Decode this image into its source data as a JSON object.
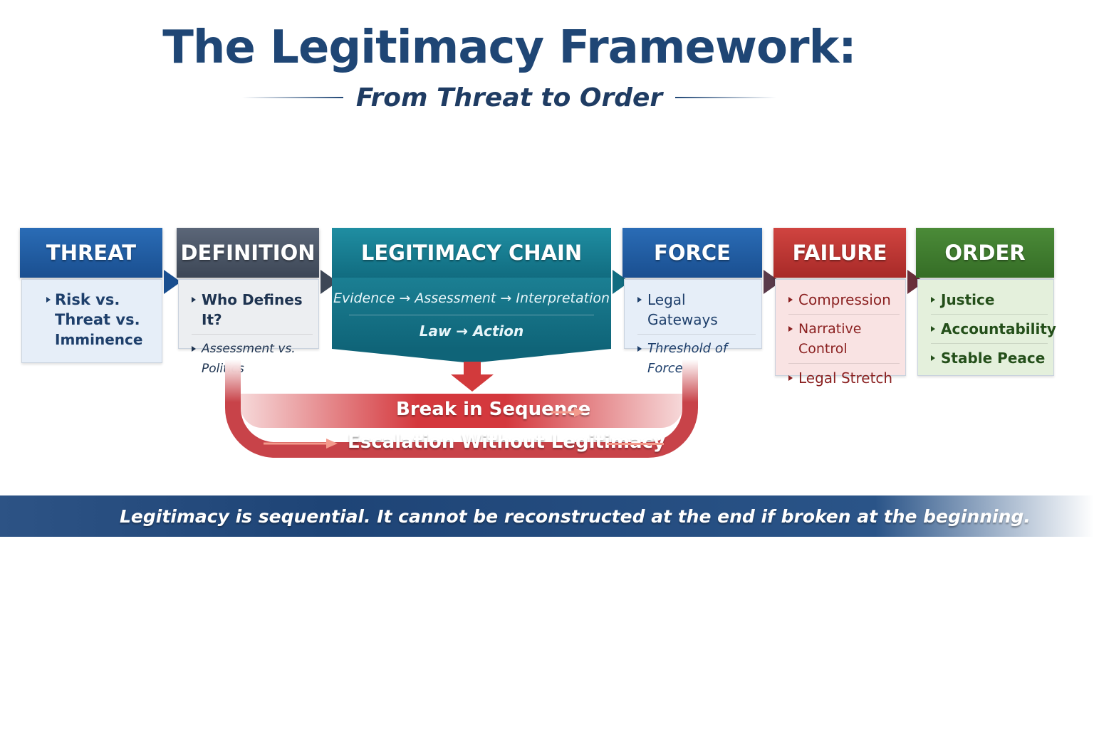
{
  "title": "The Legitimacy Framework:",
  "subtitle": "From Threat to Order",
  "colors": {
    "threat": "#1f5ca3",
    "definition": "#4a5566",
    "chain": "#137386",
    "force": "#1f5ca3",
    "failure": "#c0322f",
    "order": "#3d7a2e",
    "break": "#d4383d",
    "banner": "#1e4476"
  },
  "stages": {
    "threat": {
      "label": "THREAT",
      "text": [
        "Risk vs.",
        "Threat vs.",
        "Imminence"
      ]
    },
    "definition": {
      "label": "DEFINITION",
      "items": [
        "Who Defines It?",
        "Assessment vs. Politics"
      ]
    },
    "chain": {
      "label": "LEGITIMACY CHAIN",
      "line1": "Evidence → Assessment → Interpretation",
      "line2": "Law → Action"
    },
    "force": {
      "label": "FORCE",
      "items": [
        "Legal Gateways",
        "Threshold of Force"
      ]
    },
    "failure": {
      "label": "FAILURE",
      "items": [
        "Compression",
        "Narrative Control",
        "Legal Stretch"
      ]
    },
    "order": {
      "label": "ORDER",
      "items": [
        "Justice",
        "Accountability",
        "Stable Peace"
      ]
    }
  },
  "break_loop": {
    "top_label": "Break in Sequence",
    "bottom_label": "Escalation Without Legitimacy"
  },
  "banner": "Legitimacy is sequential. It cannot be reconstructed at the end if broken at the beginning."
}
